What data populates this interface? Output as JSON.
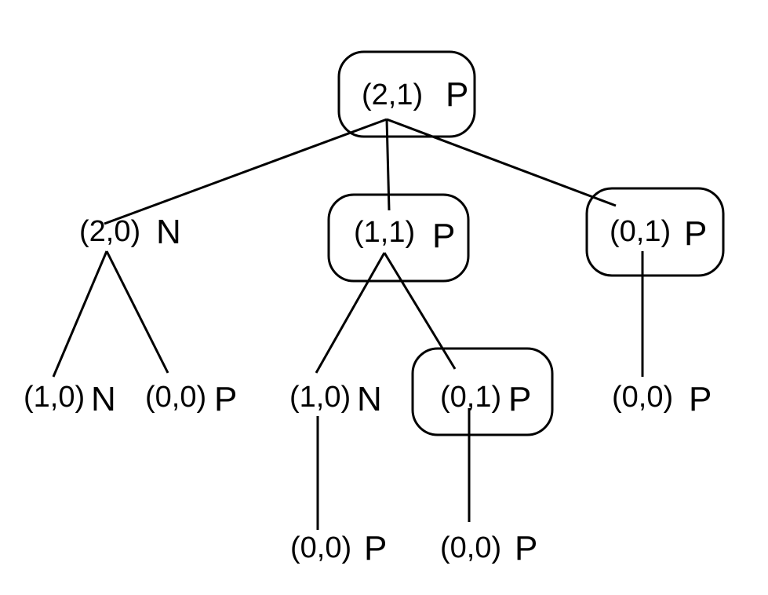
{
  "tree": {
    "nodes": [
      {
        "id": "n-2-1",
        "coord": "(2,1)",
        "label": "P",
        "boxed": true
      },
      {
        "id": "n-2-0",
        "coord": "(2,0)",
        "label": "N",
        "boxed": false
      },
      {
        "id": "n-1-1",
        "coord": "(1,1)",
        "label": "P",
        "boxed": true
      },
      {
        "id": "n-0-1-top",
        "coord": "(0,1)",
        "label": "P",
        "boxed": true
      },
      {
        "id": "n-1-0-a",
        "coord": "(1,0)",
        "label": "N",
        "boxed": false
      },
      {
        "id": "n-0-0-a",
        "coord": "(0,0)",
        "label": "P",
        "boxed": false
      },
      {
        "id": "n-1-0-b",
        "coord": "(1,0)",
        "label": "N",
        "boxed": false
      },
      {
        "id": "n-0-1-mid",
        "coord": "(0,1)",
        "label": "P",
        "boxed": true
      },
      {
        "id": "n-0-0-b",
        "coord": "(0,0)",
        "label": "P",
        "boxed": false
      },
      {
        "id": "n-0-0-c",
        "coord": "(0,0)",
        "label": "P",
        "boxed": false
      },
      {
        "id": "n-0-0-d",
        "coord": "(0,0)",
        "label": "P",
        "boxed": false
      }
    ],
    "edges": [
      {
        "from": "n-2-1",
        "to": "n-2-0"
      },
      {
        "from": "n-2-1",
        "to": "n-1-1"
      },
      {
        "from": "n-2-1",
        "to": "n-0-1-top"
      },
      {
        "from": "n-2-0",
        "to": "n-1-0-a"
      },
      {
        "from": "n-2-0",
        "to": "n-0-0-a"
      },
      {
        "from": "n-1-1",
        "to": "n-1-0-b"
      },
      {
        "from": "n-1-1",
        "to": "n-0-1-mid"
      },
      {
        "from": "n-0-1-top",
        "to": "n-0-0-b"
      },
      {
        "from": "n-1-0-b",
        "to": "n-0-0-c"
      },
      {
        "from": "n-0-1-mid",
        "to": "n-0-0-d"
      }
    ]
  }
}
